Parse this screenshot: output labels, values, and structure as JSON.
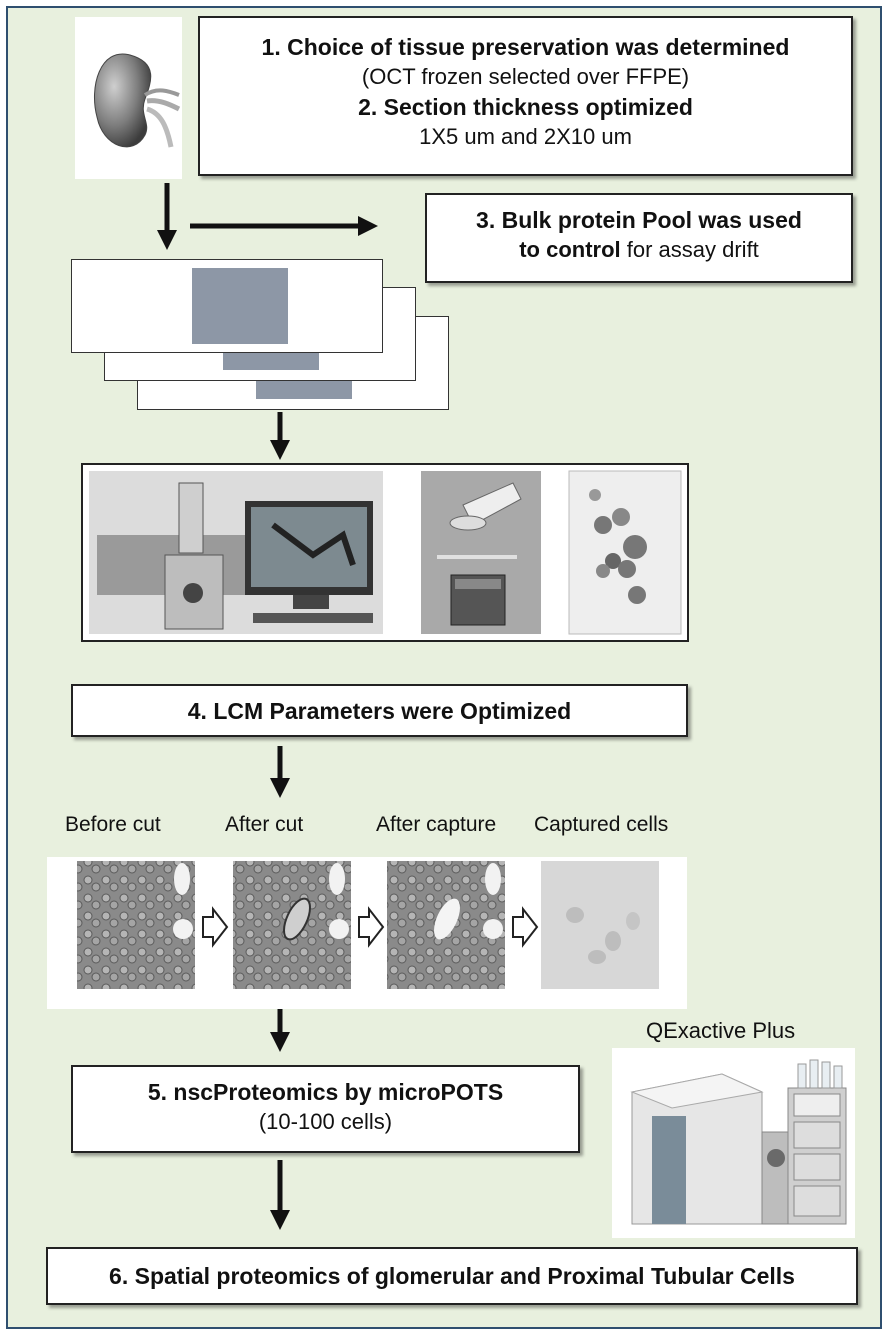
{
  "steps": {
    "step1": "1. Choice of tissue preservation was determined",
    "step1_sub": "(OCT frozen selected over FFPE)",
    "step2": "2. Section thickness optimized",
    "step2_sub": "1X5 um and 2X10 um",
    "step3_bold": "3. Bulk protein Pool was used",
    "step3_bold2": "to control",
    "step3_rest": " for assay drift",
    "step4": "4. LCM  Parameters were Optimized",
    "step5": "5. nscProteomics by microPOTS",
    "step5_sub": "(10-100 cells)",
    "step6": "6. Spatial proteomics of glomerular and Proximal Tubular Cells"
  },
  "lcm_sequence": {
    "labels": [
      "Before cut",
      "After cut",
      "After capture",
      "Captured cells"
    ]
  },
  "instrument": {
    "label": "QExactive Plus"
  },
  "colors": {
    "background": "#e8f0de",
    "frame_border": "#2f4f6f",
    "tissue": "#8d97a6"
  }
}
